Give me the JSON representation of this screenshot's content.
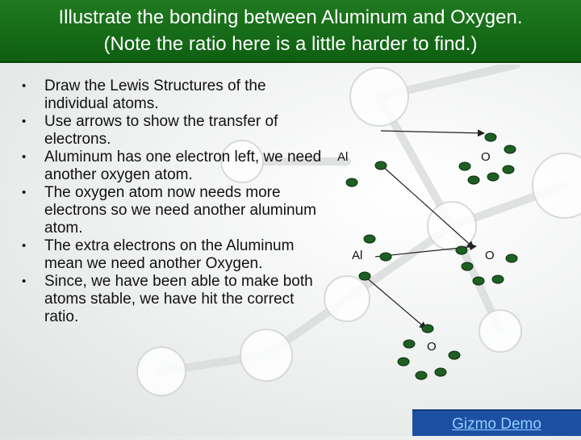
{
  "title": {
    "line1": "Illustrate the bonding between Aluminum and Oxygen.",
    "line2": "(Note the ratio here is a little harder to find.)"
  },
  "bullets": [
    "Draw the Lewis Structures of the individual atoms.",
    "Use arrows to show the transfer of electrons.",
    "Aluminum has one electron left, we need another oxygen atom.",
    "The oxygen atom now needs more electrons so we need another aluminum atom.",
    "The extra electrons on the Aluminum mean we need another Oxygen.",
    "Since, we have been able to make both atoms stable, we have hit the correct ratio."
  ],
  "diagram": {
    "aluminum_1": "Al",
    "oxygen_1": "O",
    "aluminum_2": "Al",
    "oxygen_2": "O",
    "oxygen_3": "O"
  },
  "gizmo_link": "Gizmo Demo",
  "colors": {
    "title_bar": "#1a701c",
    "electron": "#1f5f23",
    "link_bar": "#1d4fa3",
    "link_text": "#8ed0ff"
  }
}
